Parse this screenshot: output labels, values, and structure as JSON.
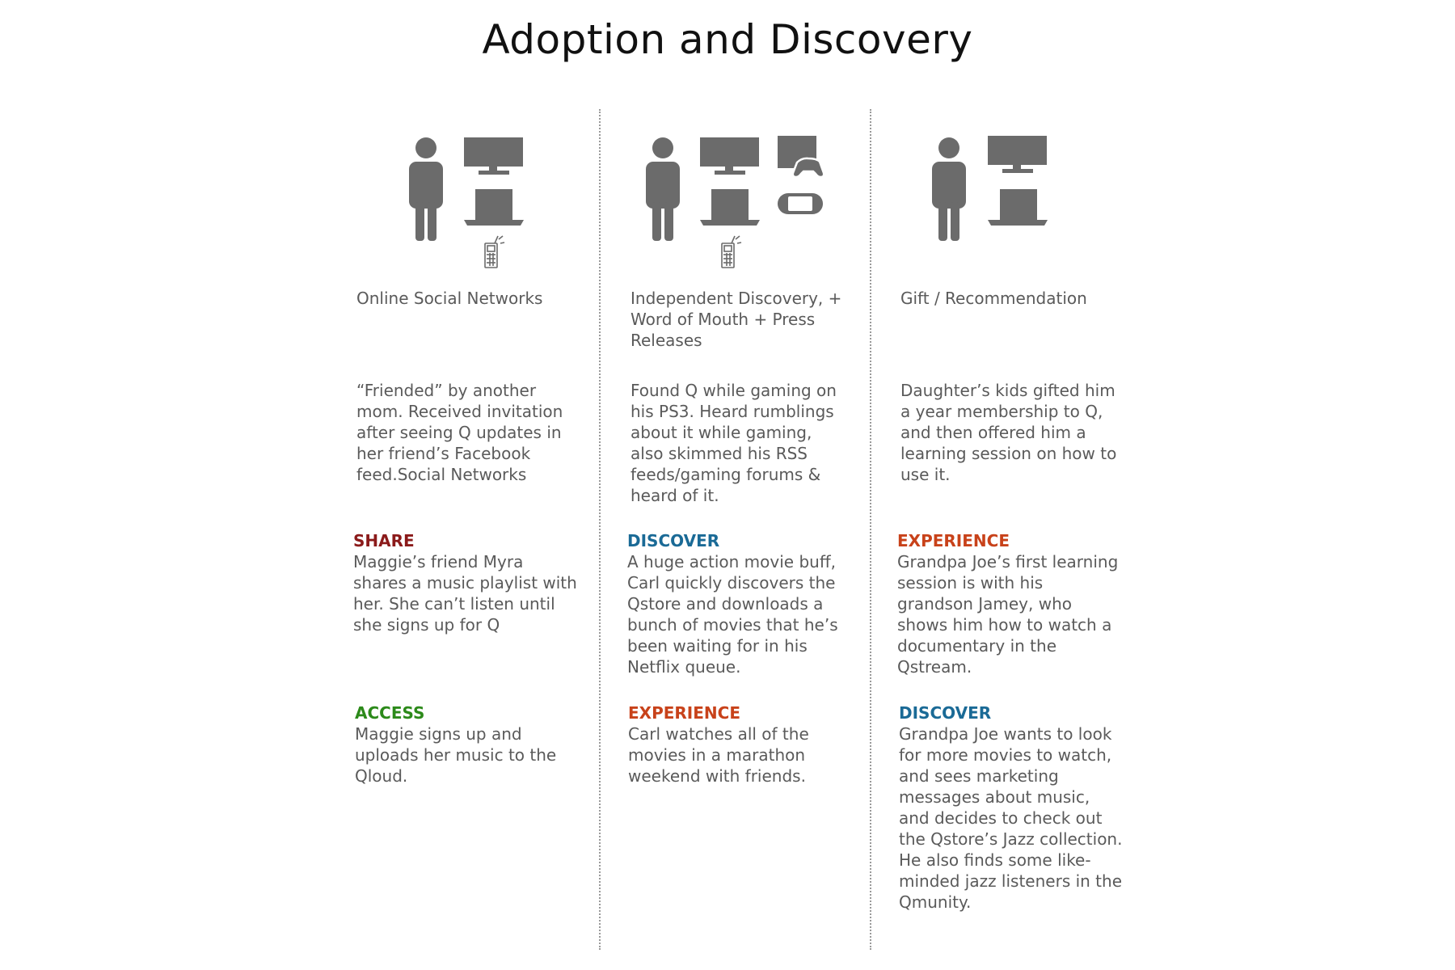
{
  "title": "Adoption and Discovery",
  "colors": {
    "share": "#8b1a1a",
    "discover": "#1a6a96",
    "experience": "#c8421a",
    "access": "#2c8a1a",
    "icon": "#6b6b6b"
  },
  "columns": [
    {
      "icons": [
        "person-icon",
        "monitor-icon",
        "laptop-icon",
        "mobile-phone-icon"
      ],
      "source": "Online Social Networks",
      "story": "“Friended” by another mom. Received invitation after seeing Q updates in her friend’s Facebook feed.Social Networks",
      "blocks": [
        {
          "label": "SHARE",
          "text": "Maggie’s friend Myra shares a music playlist with her. She can’t listen until she signs up for Q"
        },
        {
          "label": "ACCESS",
          "text": "Maggie signs up and uploads her music to the Qloud."
        }
      ]
    },
    {
      "icons": [
        "person-icon",
        "monitor-icon",
        "laptop-icon",
        "mobile-phone-icon",
        "game-console-icon",
        "handheld-console-icon"
      ],
      "source": "Independent Discovery, + Word of Mouth + Press Releases",
      "story": "Found Q while gaming on his PS3. Heard rumblings about it while gaming, also skimmed his RSS feeds/gaming forums & heard of it.",
      "blocks": [
        {
          "label": "DISCOVER",
          "text": "A huge action movie buff, Carl quickly discovers the Qstore and downloads a bunch of movies that he’s been waiting for in his Netflix queue."
        },
        {
          "label": "EXPERIENCE",
          "text": "Carl watches all of the movies in a marathon weekend with friends."
        }
      ]
    },
    {
      "icons": [
        "person-icon",
        "monitor-icon",
        "laptop-icon"
      ],
      "source": "Gift / Recommendation",
      "story": "Daughter’s kids gifted him a year membership to Q, and then offered him a learning session on how to use it.",
      "blocks": [
        {
          "label": "EXPERIENCE",
          "text": "Grandpa Joe’s first learning session is with his grandson Jamey, who shows him how to watch a documentary in the Qstream."
        },
        {
          "label": "DISCOVER",
          "text": "Grandpa Joe wants to look for more movies to watch, and sees marketing messages about music, and decides to check out the Qstore’s Jazz collection. He also finds some like-minded jazz listeners in the Qmunity."
        }
      ]
    }
  ]
}
